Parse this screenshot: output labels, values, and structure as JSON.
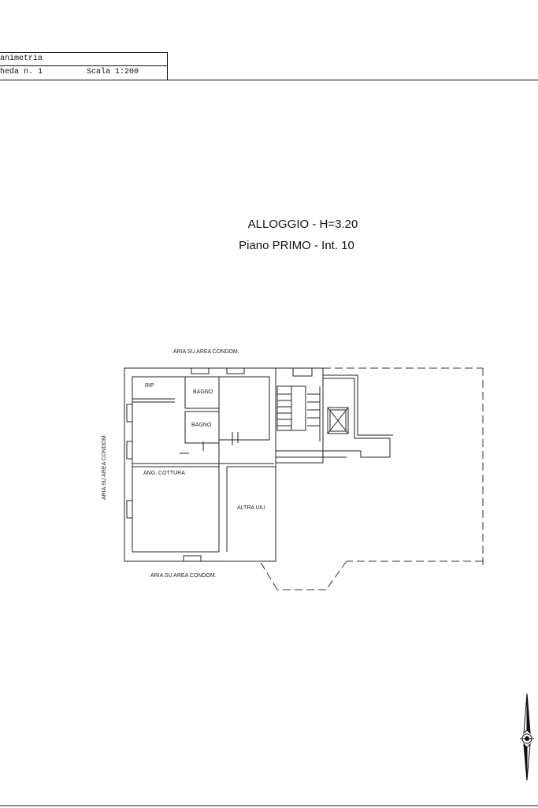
{
  "header": {
    "title": "anime​tria",
    "sheet": "heda n. 1",
    "scale": "Scala 1:200"
  },
  "titles": {
    "line1": "ALLOGGIO - H=3.20",
    "line2": "Piano PRIMO - Int. 10"
  },
  "labels": {
    "aria_top": "ARIA SU AREA CONDOM.",
    "aria_left": "ARIA SU AREA CONDOM.",
    "aria_bottom": "ARIA SU AREA CONDOM.",
    "rip": "RIP",
    "bagno1": "BAGNO",
    "bagno2": "BAGNO",
    "ang_cottura": "ANG. COTTURA",
    "altra_uiu": "ALTRA UIU"
  },
  "icons": {
    "north": "north-arrow-icon"
  }
}
